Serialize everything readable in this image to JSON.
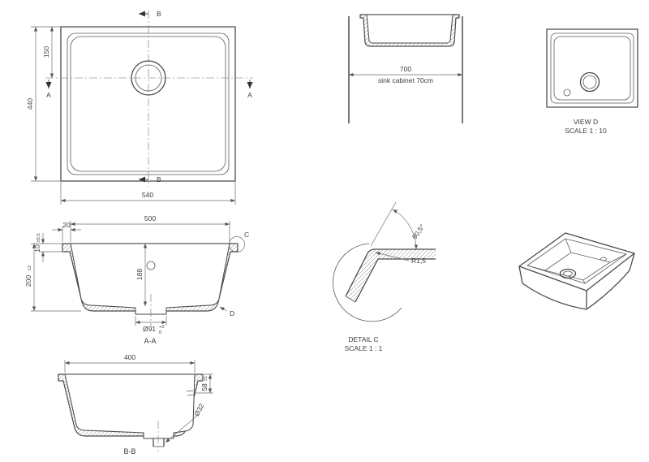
{
  "plan": {
    "dim_overall_depth": "440",
    "dim_drain_offset": "150",
    "dim_overall_width": "540",
    "section_a": "A",
    "section_b": "B"
  },
  "front": {
    "dim_cabinet": "700",
    "caption": "sink cabinet 70cm"
  },
  "view_d": {
    "title": "VIEW D",
    "scale": "SCALE 1 : 10"
  },
  "section_aa": {
    "dim_rim": "20",
    "dim_bowl_width": "500",
    "dim_rim_thickness": "10",
    "dim_rim_thickness_tol": "±0,5",
    "dim_overall_depth": "200",
    "dim_overall_depth_tol": "±2",
    "dim_bowl_depth": "188",
    "dim_drain": "Ø91",
    "dim_drain_tol_upper": "+2",
    "dim_drain_tol_lower": "0",
    "marker_c": "C",
    "marker_d": "D",
    "caption": "A-A"
  },
  "detail_c": {
    "dim_radius": "R1,5",
    "dim_angle": "90,5°",
    "title": "DETAIL C",
    "scale": "SCALE 1 : 1"
  },
  "section_bb": {
    "dim_bowl_width": "400",
    "dim_overflow": "58",
    "dim_overflow_tol": "±1",
    "dim_outlet": "Ø32",
    "caption": "B-B"
  }
}
